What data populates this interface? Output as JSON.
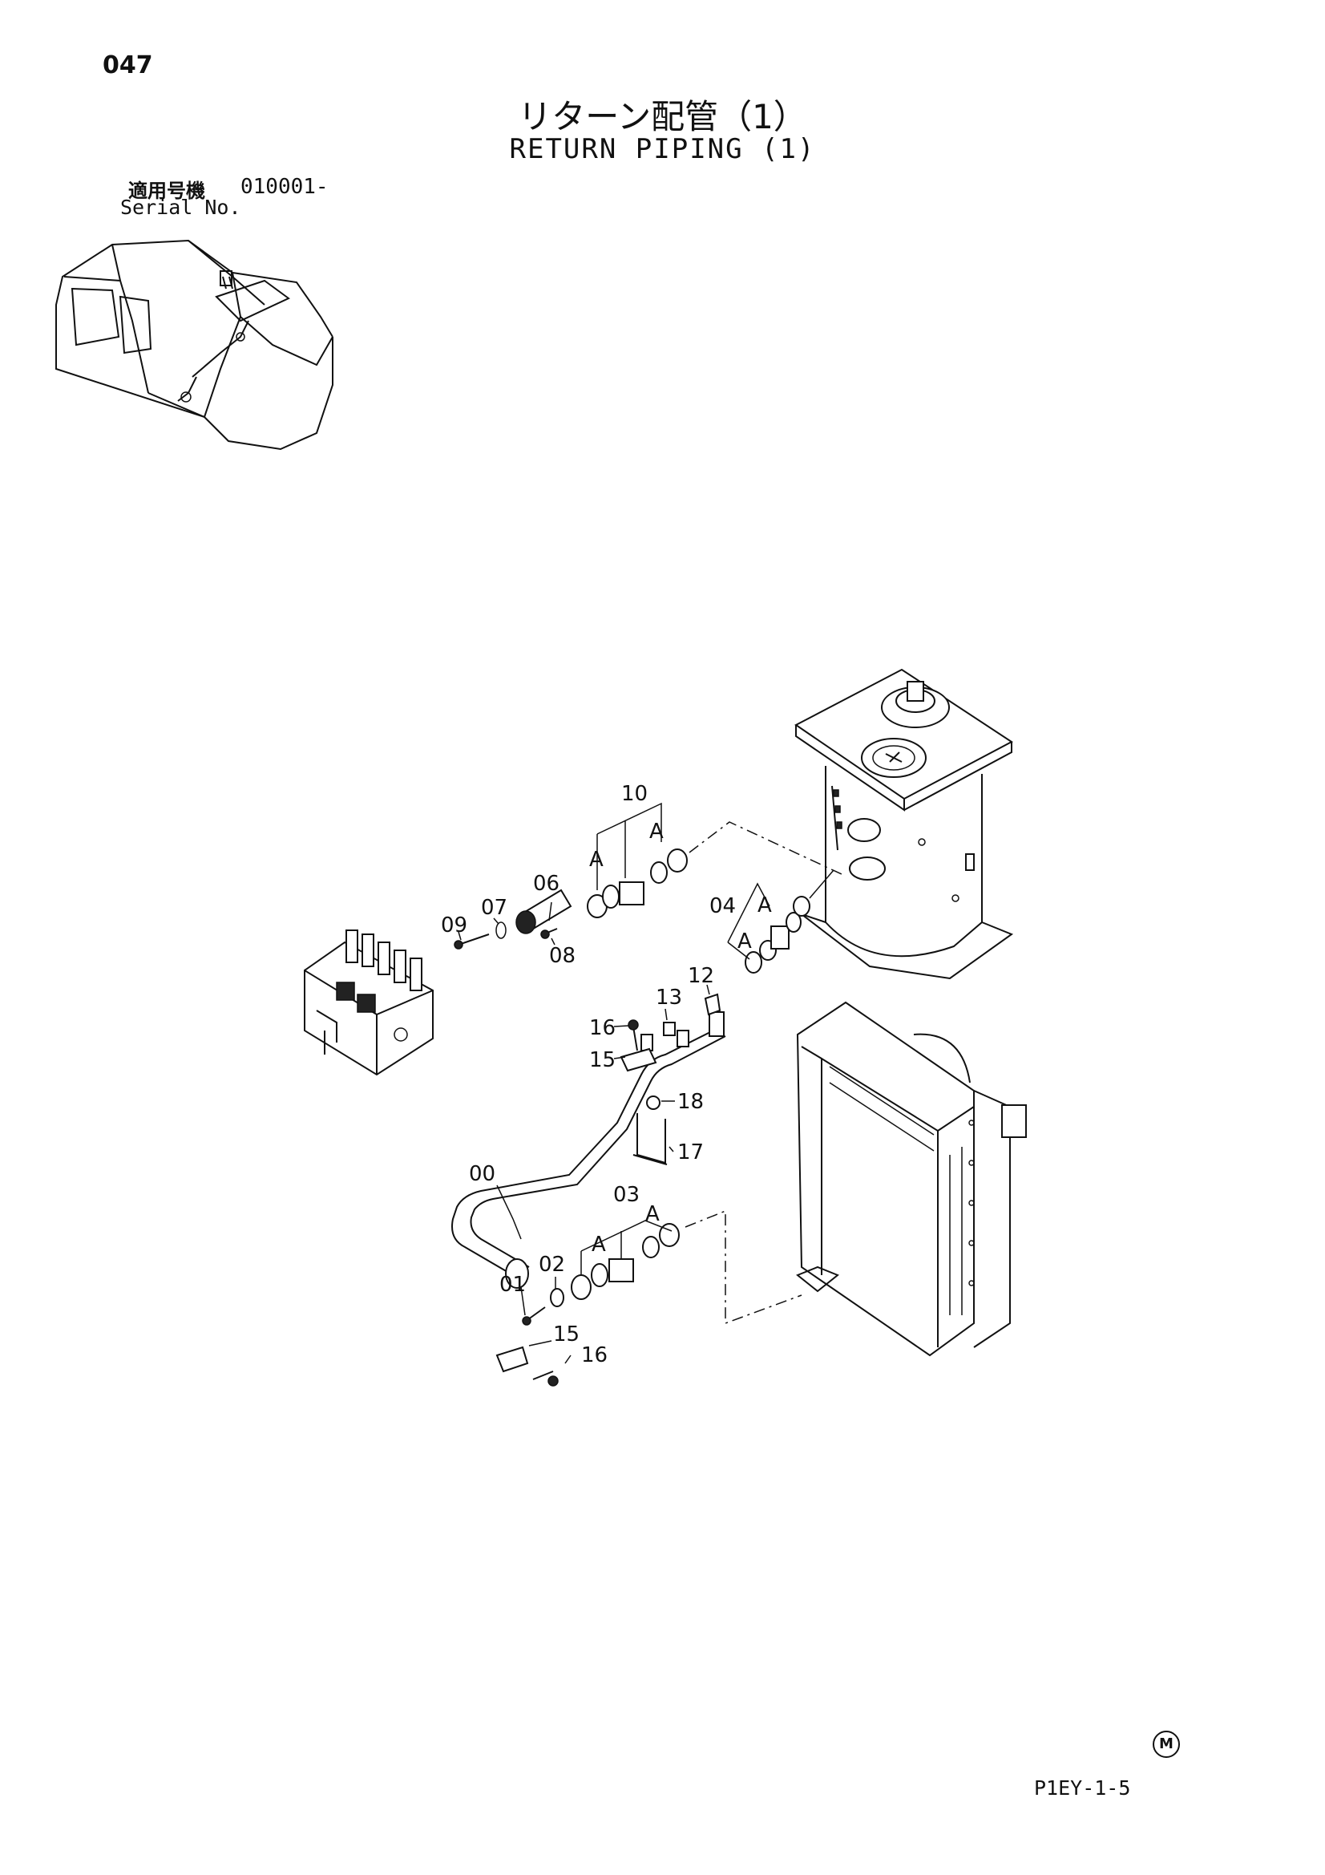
{
  "header": {
    "page_number": "047",
    "title_jp": "リターン配管（1）",
    "title_en": "RETURN PIPING (1)",
    "serial_label_jp": "適用号機",
    "serial_number": "010001-",
    "serial_label_en": "Serial No."
  },
  "callouts": {
    "c00": "00",
    "c01": "01",
    "c02": "02",
    "c03": "03",
    "c04": "04",
    "c06": "06",
    "c07": "07",
    "c08": "08",
    "c09": "09",
    "c10": "10",
    "c12": "12",
    "c13": "13",
    "c15a": "15",
    "c15b": "15",
    "c16a": "16",
    "c16b": "16",
    "c17": "17",
    "c18": "18",
    "a1": "A",
    "a2": "A",
    "a3": "A",
    "a4": "A",
    "a5": "A",
    "a6": "A"
  },
  "footer": {
    "mark": "M",
    "doc_code": "P1EY-1-5"
  }
}
